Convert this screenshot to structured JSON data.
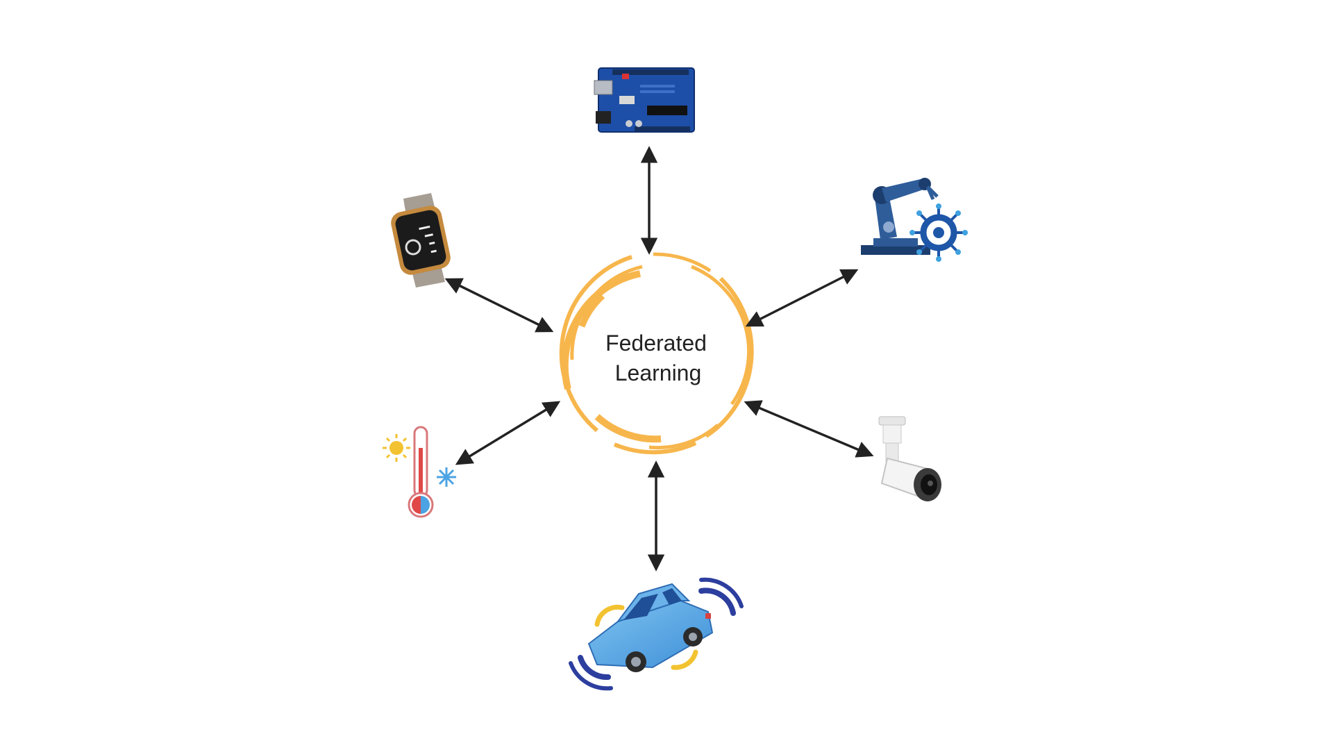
{
  "hub": {
    "label_line1": "Federated",
    "label_line2": "Learning",
    "ring_color": "#F7B64C"
  },
  "arrow_color": "#222222",
  "devices": [
    {
      "name": "microcontroller-board",
      "icon": "arduino-board-icon"
    },
    {
      "name": "industrial-robot",
      "icon": "robot-arm-gear-icon"
    },
    {
      "name": "security-camera",
      "icon": "cctv-camera-icon"
    },
    {
      "name": "autonomous-car",
      "icon": "connected-car-icon"
    },
    {
      "name": "thermostat-sensor",
      "icon": "thermometer-icon"
    },
    {
      "name": "smartwatch",
      "icon": "smartwatch-icon"
    }
  ]
}
